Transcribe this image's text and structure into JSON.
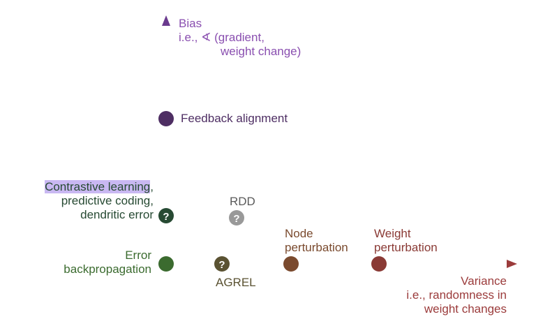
{
  "colors": {
    "bias": "#8a4fb0",
    "variance": "#9b3b3b",
    "feedback_alignment": "#4e2e63",
    "error_backprop": "#3b6b2f",
    "contrastive": "#274a33",
    "rdd": "#999999",
    "agrel": "#5a5232",
    "node_perturbation": "#7a4a2e",
    "weight_perturbation": "#8a3a35",
    "highlight": "#c9b8f2"
  },
  "y_axis": {
    "title": "Bias",
    "subtitle_prefix": "i.e., ",
    "angle_symbol": "∢",
    "subtitle_rest": " (gradient,",
    "subtitle_line2": "weight change)"
  },
  "x_axis": {
    "title": "Variance",
    "subtitle_line1": "i.e., randomness in",
    "subtitle_line2": "weight changes"
  },
  "points": {
    "feedback_alignment": {
      "label": "Feedback alignment"
    },
    "contrastive": {
      "highlight": "Contrastive learning",
      "line1_rest": ",",
      "line2": "predictive coding,",
      "line3": "dendritic error",
      "marker": "?"
    },
    "rdd": {
      "label": "RDD",
      "marker": "?"
    },
    "error_backprop": {
      "line1": "Error",
      "line2": "backpropagation"
    },
    "agrel": {
      "label": "AGREL",
      "marker": "?"
    },
    "node_perturbation": {
      "line1": "Node",
      "line2": "perturbation"
    },
    "weight_perturbation": {
      "line1": "Weight",
      "line2": "perturbation"
    }
  }
}
